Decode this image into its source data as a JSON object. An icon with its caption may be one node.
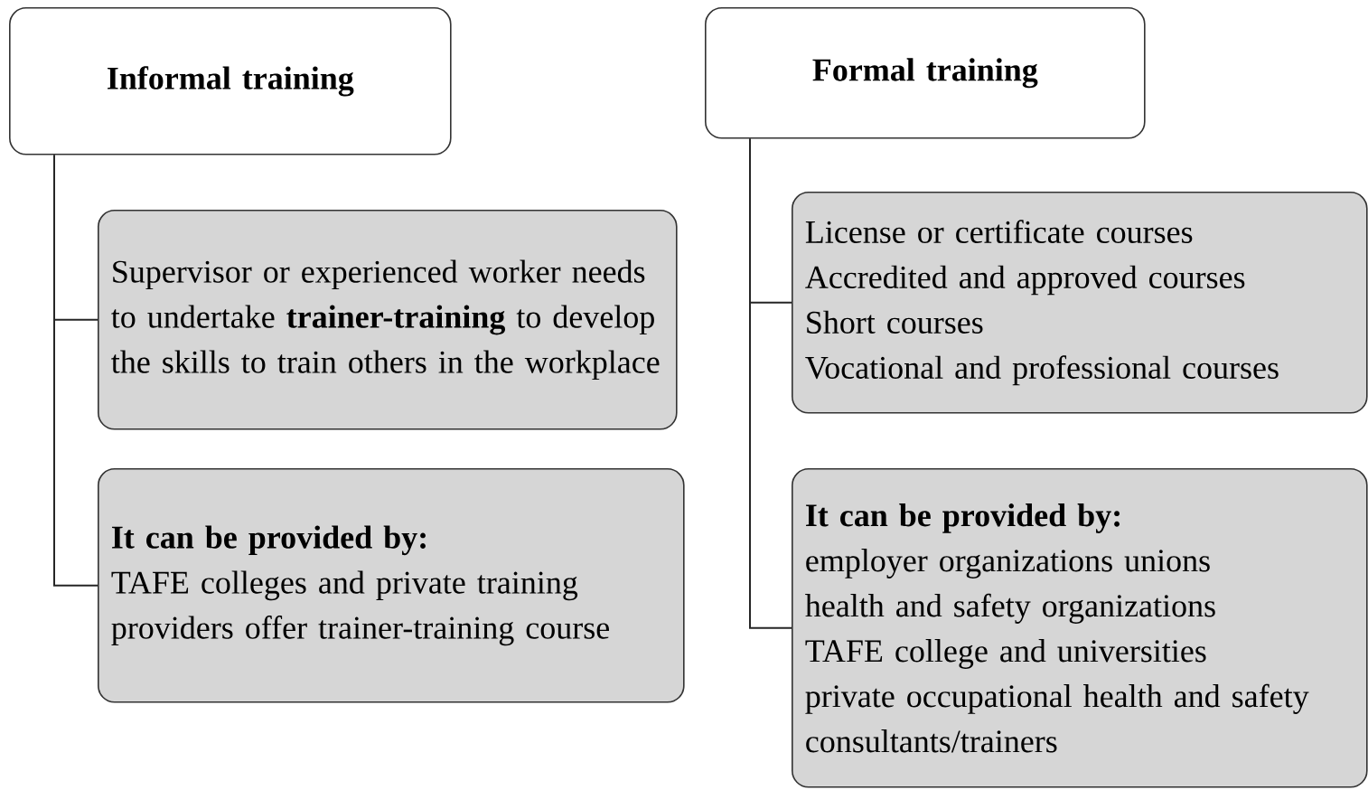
{
  "diagram": {
    "nodes": [
      {
        "text": [
          "Informal training"
        ]
      },
      {
        "text": [
          "Supervisor or experienced worker needs to undertake **trainer-training** to develop the skills to train others in the workplace"
        ]
      },
      {
        "text": [
          "It can  be provided by:",
          "TAFE colleges and private training providers offer trainer-training course"
        ]
      },
      {
        "text": [
          "Formal training"
        ]
      },
      {
        "text": [
          "License or certificate courses",
          "Accredited and approved courses",
          "Short courses",
          "Vocational and professional courses"
        ]
      },
      {
        "text": [
          "It can  be provided by:",
          "employer organizations unions",
          "health and safety organizations",
          "TAFE college and universities",
          "private occupational health and safety consultants/trainers"
        ]
      }
    ],
    "edges": [
      {
        "from": 0,
        "to": 1,
        "arrow": "none"
      },
      {
        "from": 0,
        "to": 2,
        "arrow": "none"
      },
      {
        "from": 3,
        "to": 4,
        "arrow": "none"
      },
      {
        "from": 3,
        "to": 5,
        "arrow": "none"
      }
    ]
  }
}
